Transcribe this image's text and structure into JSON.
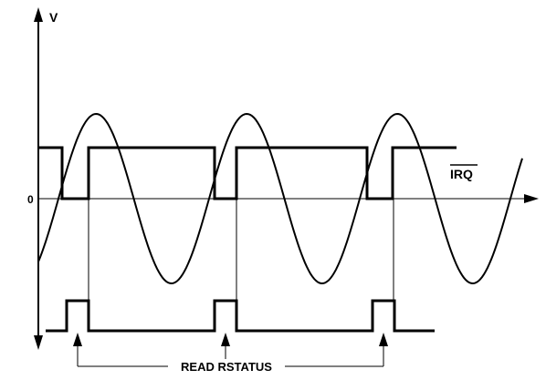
{
  "labels": {
    "y_axis": "V",
    "origin": "0",
    "irq_signal": "IRQ",
    "read_pulses": "READ RSTATUS"
  }
}
